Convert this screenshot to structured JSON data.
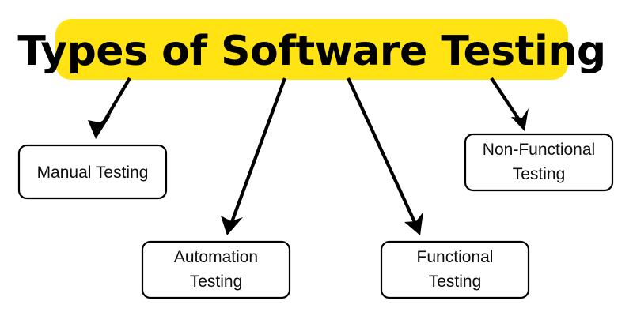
{
  "diagram": {
    "title": "Types of Software Testing",
    "title_style": {
      "background_color": "#FFE312",
      "text_color": "#000000"
    },
    "nodes": [
      {
        "id": "manual",
        "lines": [
          "Manual Testing"
        ]
      },
      {
        "id": "automation",
        "lines": [
          "Automation",
          "Testing"
        ]
      },
      {
        "id": "functional",
        "lines": [
          "Functional",
          "Testing"
        ]
      },
      {
        "id": "non_functional",
        "lines": [
          "Non-Functional",
          "Testing"
        ]
      }
    ],
    "connectors": [
      {
        "id": "arrow-to-manual",
        "from": "title",
        "to": "manual"
      },
      {
        "id": "arrow-to-automation",
        "from": "title",
        "to": "automation"
      },
      {
        "id": "arrow-to-functional",
        "from": "title",
        "to": "functional"
      },
      {
        "id": "arrow-to-non-functional",
        "from": "title",
        "to": "non_functional"
      }
    ],
    "node_style": {
      "border_color": "#000000",
      "fill_color": "#FFFFFF",
      "text_color": "#0D0D0D"
    },
    "canvas": {
      "background_color": "#FFFFFF"
    }
  }
}
